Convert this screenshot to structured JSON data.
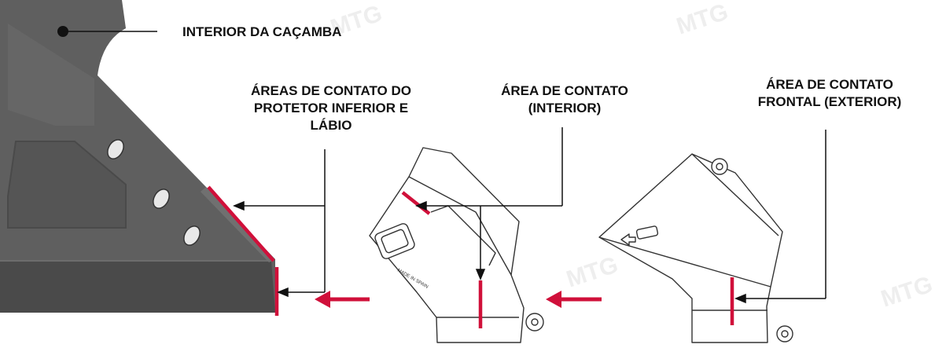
{
  "labels": {
    "bucket_interior": "INTERIOR DA CAÇAMBA",
    "contact_lower": [
      "ÁREAS DE CONTATO DO",
      "PROTETOR INFERIOR E",
      "LÁBIO"
    ],
    "contact_interior": [
      "ÁREA DE CONTATO",
      "(INTERIOR)"
    ],
    "contact_front": [
      "ÁREA DE CONTATO",
      "FRONTAL (EXTERIOR)"
    ]
  },
  "part_marking": "MADE IN SPAIN",
  "watermark": "MTG",
  "colors": {
    "contact_line": "#d0103a",
    "bucket_body": "#5d5d5d",
    "bucket_dark": "#3f3f3f",
    "outline": "#333333"
  }
}
